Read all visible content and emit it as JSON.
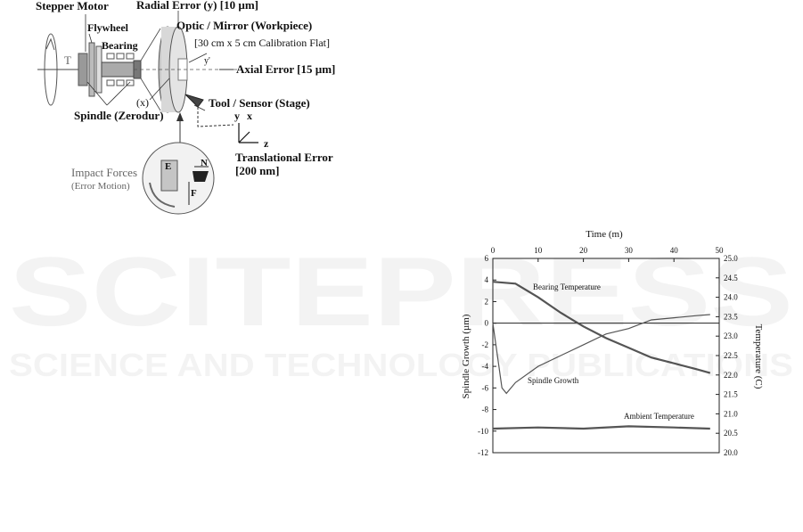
{
  "diagram": {
    "labels": {
      "stepper_motor": "Stepper Motor",
      "flywheel": "Flywheel",
      "bearing": "Bearing",
      "radial_error": "Radial Error (y) [10 µm]",
      "optic_mirror": "Optic / Mirror (Workpiece)",
      "calibration_flat": "[30 cm x 5 cm Calibration Flat]",
      "axial_error": "Axial Error [15 µm]",
      "torque": "T",
      "x_label": "(x)",
      "tool_sensor": "Tool / Sensor (Stage)",
      "spindle": "Spindle (Zerodur)",
      "axis_y": "y",
      "axis_x": "x",
      "axis_z": "z",
      "translational_error": "Translational Error",
      "translational_error_value": "[200 nm]",
      "impact_forces": "Impact Forces",
      "error_motion": "(Error Motion)",
      "inset_e": "E",
      "inset_n": "N",
      "inset_f": "F",
      "y_prime": "y'"
    }
  },
  "chart_data": {
    "type": "line",
    "xlabel_top": "Time (m)",
    "ylabel_left": "Spindle Growth (µm)",
    "ylabel_right": "Temperature (C)",
    "xlim": [
      0,
      50
    ],
    "xticks": [
      0,
      10,
      20,
      30,
      40,
      50
    ],
    "ylim_left": [
      -12,
      6
    ],
    "yticks_left": [
      6,
      4,
      2,
      0,
      -2,
      -4,
      -6,
      -8,
      -10,
      -12
    ],
    "ylim_right": [
      20.0,
      25.0
    ],
    "yticks_right": [
      "25.0",
      "24.5",
      "24.0",
      "23.5",
      "23.0",
      "22.5",
      "22.0",
      "21.5",
      "21.0",
      "20.5",
      "20.0"
    ],
    "annotations": {
      "bearing": "Bearing Temperature",
      "spindle": "Spindle Growth",
      "ambient": "Ambient Temperature"
    },
    "series": [
      {
        "axis": "right",
        "x": [
          0,
          5,
          10,
          15,
          20,
          25,
          30,
          35,
          40,
          45,
          48
        ],
        "y": [
          24.4,
          24.35,
          24.0,
          23.6,
          23.25,
          22.95,
          22.7,
          22.45,
          22.3,
          22.15,
          22.05
        ]
      },
      {
        "axis": "left",
        "x": [
          0,
          2,
          3,
          5,
          10,
          15,
          20,
          25,
          30,
          35,
          40,
          45,
          48
        ],
        "y": [
          0,
          -6,
          -6.5,
          -5.5,
          -4,
          -3,
          -2,
          -1,
          -0.5,
          0.3,
          0.5,
          0.7,
          0.8
        ]
      },
      {
        "axis": "right",
        "x": [
          0,
          10,
          20,
          30,
          40,
          48
        ],
        "y": [
          20.62,
          20.65,
          20.62,
          20.68,
          20.65,
          20.62
        ]
      }
    ]
  }
}
